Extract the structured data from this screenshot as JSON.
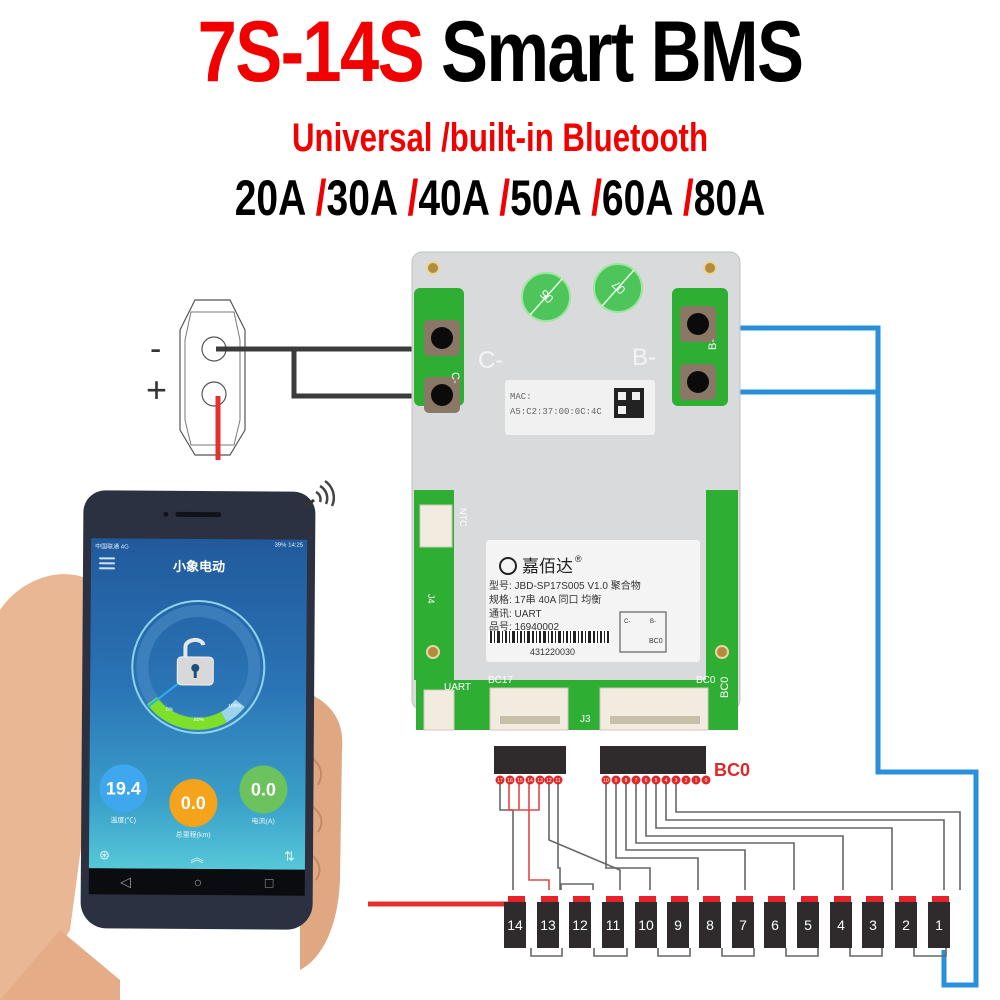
{
  "header": {
    "title_part1": "7S-14S",
    "title_part2": "Smart BMS",
    "subtitle": "Universal /built-in Bluetooth",
    "current_ratings": [
      "20A",
      "30A",
      "40A",
      "50A",
      "60A",
      "80A"
    ],
    "slash": "/"
  },
  "charger_port": {
    "minus_label": "-",
    "plus_label": "+"
  },
  "bms_board": {
    "terminal_c_label": "C-",
    "terminal_b_label": "B-",
    "pad_c_label": "C-",
    "pad_b_label": "B-",
    "sticker_left": "05",
    "sticker_right": "07",
    "mac_label": "MAC:",
    "mac_address": "A5:C2:37:00:0C:4C",
    "ntc_label": "NTC",
    "j4_label": "J4",
    "j3_label": "J3",
    "uart_label": "UART",
    "bc17_label": "BC17",
    "bc0_label": "BC0",
    "bc0_side_label": "BC0",
    "brand": "嘉佰达",
    "registered": "®",
    "model_row": "型号: JBD-SP17S005 V1.0 聚合物",
    "spec_row": "规格: 17串 40A 同口 均衡",
    "comm_row": "通讯: UART",
    "part_row": "品号: 16940002",
    "barcode_number": "431220030",
    "mini_diagram": {
      "c1": "C-",
      "c2": "C-",
      "b1": "B-",
      "b2": "B-",
      "bc0": "BC0"
    }
  },
  "connectors": {
    "bc0_callout": "BC0",
    "left_pins": [
      "17",
      "16",
      "15",
      "14",
      "13",
      "12",
      "11"
    ],
    "right_pins": [
      "10",
      "9",
      "8",
      "7",
      "6",
      "5",
      "4",
      "3",
      "2",
      "1",
      "0"
    ]
  },
  "cells": [
    "14",
    "13",
    "12",
    "11",
    "10",
    "9",
    "8",
    "7",
    "6",
    "5",
    "4",
    "3",
    "2",
    "1"
  ],
  "phone": {
    "status_left": "中国联通 4G",
    "status_right": "39% 14:25",
    "app_title": "小象电动",
    "gauge_labels": [
      "0%",
      "80%",
      "100%"
    ],
    "stats": [
      {
        "value": "19.4",
        "label": "温度(℃)",
        "color": "#3ea7ee"
      },
      {
        "value": "0.0",
        "label": "总里程(km)",
        "color": "#f5a31a"
      },
      {
        "value": "0.0",
        "label": "电流(A)",
        "color": "#6cc25c"
      }
    ],
    "nav_back": "◁",
    "nav_home": "○",
    "nav_recent": "□",
    "bottom_up": "︽"
  },
  "colors": {
    "red": "#f20000",
    "wire_blue": "#2a8fdc",
    "wire_dark": "#3b3b3b",
    "pcb_green": "#2fae34",
    "cell_body": "#2f2b2c",
    "cell_cap": "#e8202a"
  }
}
